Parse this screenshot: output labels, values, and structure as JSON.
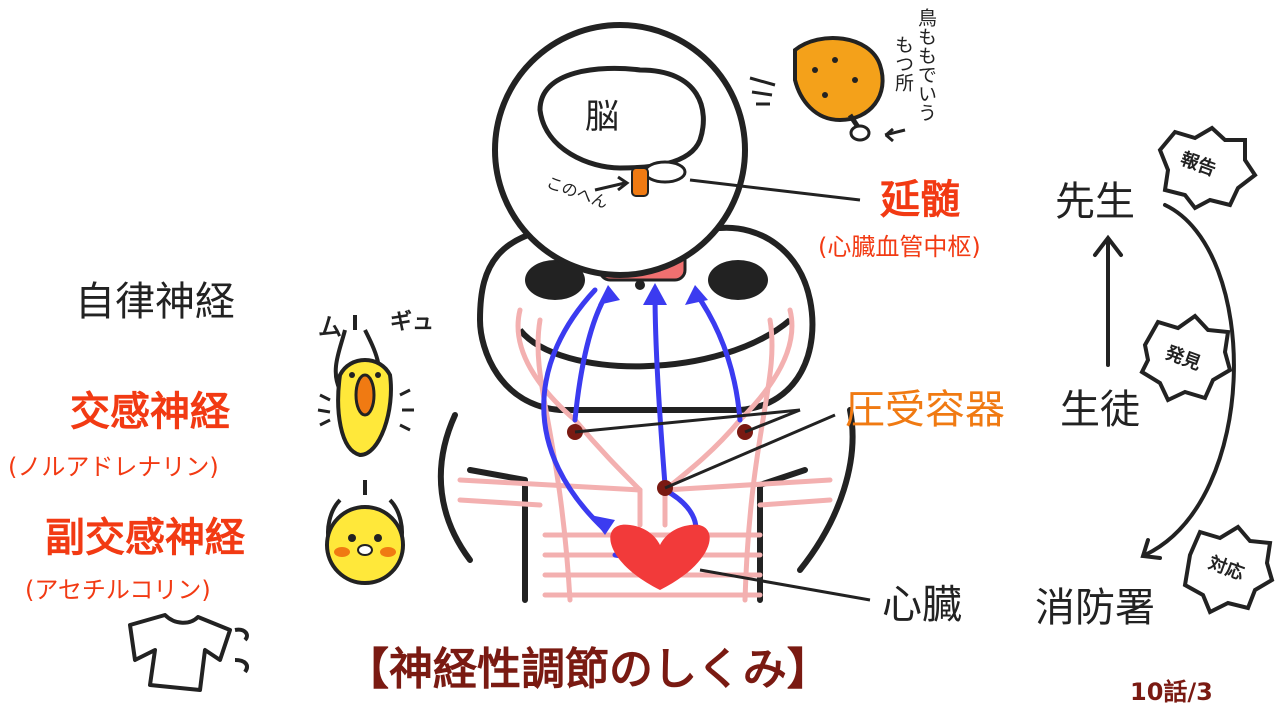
{
  "colors": {
    "red": "#f23a13",
    "orange": "#f07a12",
    "ink": "#222222",
    "dark_red": "#7a1a12",
    "arrow_blue": "#3b3bf0",
    "nerve_pink": "#f3b0b0",
    "heart": "#f23a3a",
    "chick": "#ffe83a"
  },
  "brain": {
    "label": "脳",
    "pointer_note": "このへん",
    "medulla": "延髄",
    "medulla_role": "(心臓血管中枢)"
  },
  "food_note": {
    "text_col1": "鳥ももでいう",
    "text_col2": "もつ所",
    "icon": "chicken-leg-icon"
  },
  "body": {
    "baroreceptor": "圧受容器",
    "heart": "心臓"
  },
  "left_panel": {
    "autonomic": "自律神経",
    "sympathetic": "交感神経",
    "sympathetic_transmitter": "(ノルアドレナリン)",
    "squeeze_sfx": "ム",
    "squeeze_sfx2": "ギュ",
    "parasympathetic": "副交感神経",
    "parasympathetic_transmitter": "(アセチルコリン)",
    "shirt_icon": "tshirt-icon"
  },
  "analogy": {
    "teacher": "先生",
    "student": "生徒",
    "fire_station": "消防署",
    "tag_report": "報告",
    "tag_discover": "発見",
    "tag_respond": "対応"
  },
  "title": "【神経性調節のしくみ】",
  "page_number": "10話/3"
}
